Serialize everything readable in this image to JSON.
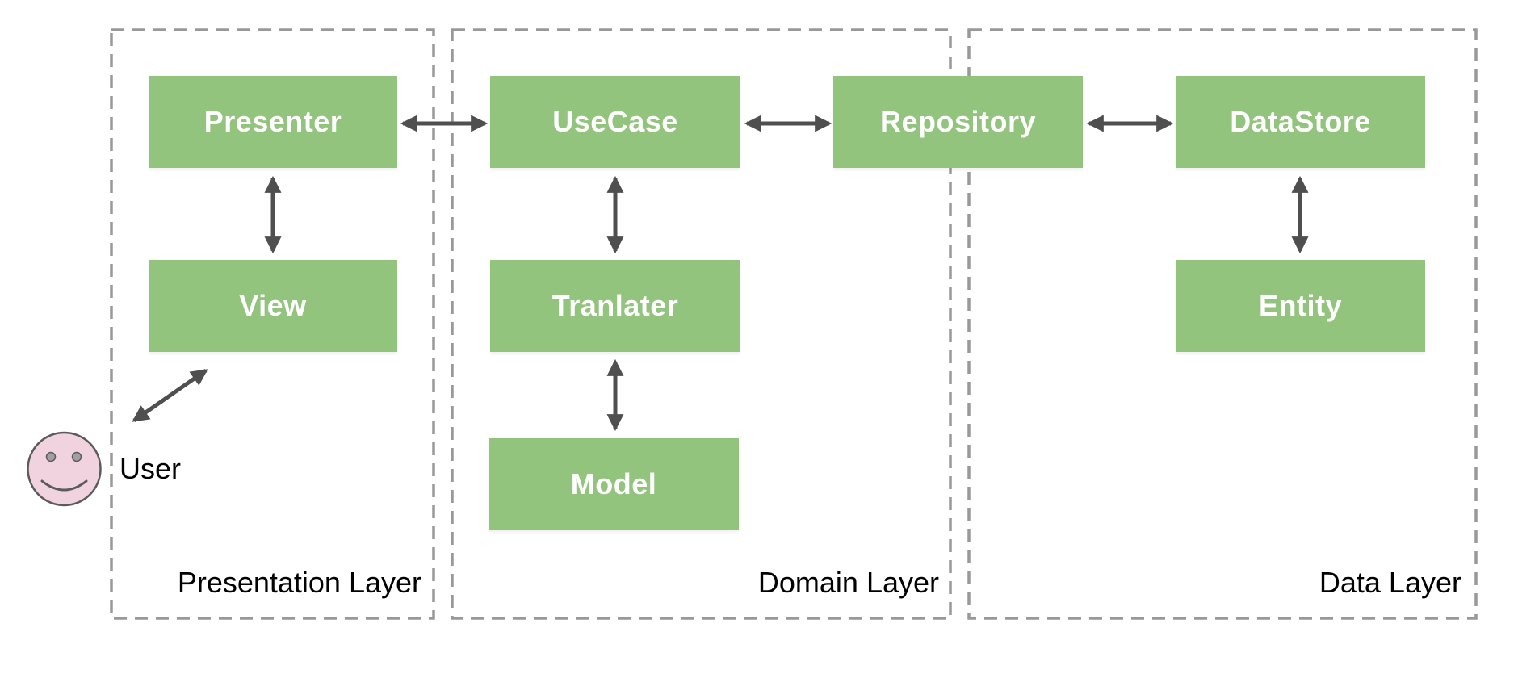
{
  "diagram": {
    "layers": [
      {
        "label": "Presentation Layer"
      },
      {
        "label": "Domain Layer"
      },
      {
        "label": "Data Layer"
      }
    ],
    "nodes": {
      "presenter": "Presenter",
      "view": "View",
      "usecase": "UseCase",
      "tranlater": "Tranlater",
      "model": "Model",
      "repository": "Repository",
      "datastore": "DataStore",
      "entity": "Entity"
    },
    "actor": {
      "label": "User"
    },
    "connections": [
      "Presenter-View",
      "Presenter-UseCase",
      "UseCase-Tranlater",
      "Tranlater-Model",
      "UseCase-Repository",
      "Repository-DataStore",
      "DataStore-Entity",
      "User-View"
    ],
    "colors": {
      "node_fill": "#93c47d",
      "node_text": "#ffffff",
      "border_dash": "#999999",
      "arrow": "#4f4f4f",
      "label_text": "#000000",
      "actor_fill": "#f0d3df",
      "actor_stroke": "#5b5b5b",
      "actor_eye_fill": "#a39ea5"
    }
  }
}
